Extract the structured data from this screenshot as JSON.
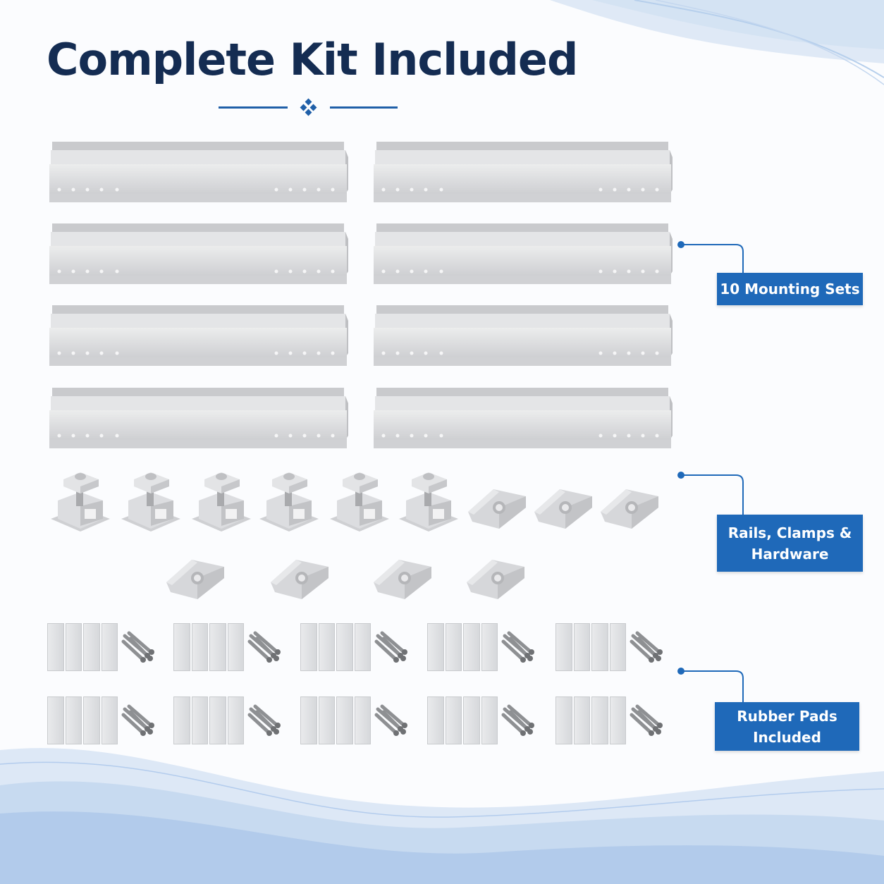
{
  "title": "Complete Kit Included",
  "colors": {
    "title": "#142c52",
    "accent": "#1f69b9",
    "divider": "#1f5fa8",
    "aluminum": "#d9dadc",
    "wave": "#a9c5e8"
  },
  "divider_icon": "diamond-cluster-icon",
  "callouts": [
    {
      "label": "10 Mounting Sets"
    },
    {
      "label": "Rails, Clamps & Hardware"
    },
    {
      "label": "Rubber Pads Included"
    }
  ],
  "items": {
    "rail_icon": "mounting-rail-icon",
    "mid_clamp_icon": "mid-clamp-icon",
    "end_clamp_icon": "end-clamp-icon",
    "rubber_pad_icon": "rubber-pad-icon",
    "screw_icon": "bolts-icon"
  }
}
